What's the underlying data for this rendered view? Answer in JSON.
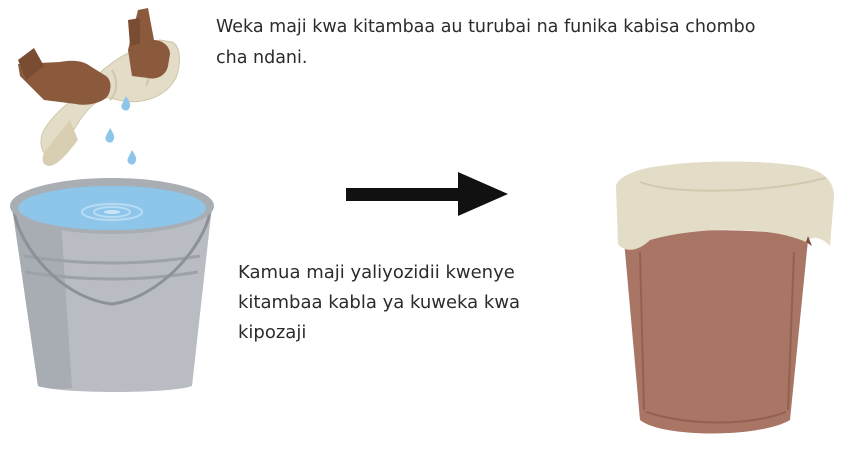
{
  "captions": {
    "top": [
      "Weka maji kwa kitambaa au turubai na funika kabisa chombo",
      "cha ndani."
    ],
    "middle": [
      "Kamua maji yaliyozidii kwenye",
      "kitambaa kabla ya kuweka kwa",
      "kipozaji"
    ]
  },
  "icons": {
    "hands": "hands-wringing-cloth-icon",
    "drops": "water-drops-icon",
    "bucket": "water-bucket-icon",
    "arrow": "right-arrow-icon",
    "pot": "covered-clay-pot-icon"
  },
  "colors": {
    "skin": "#8b5a3c",
    "cloth": "#e3dcc6",
    "water": "#8ec6ea",
    "bucket": "#b9bcc2",
    "pot": "#a97565",
    "arrow": "#111111",
    "text": "#2b2b2b"
  }
}
